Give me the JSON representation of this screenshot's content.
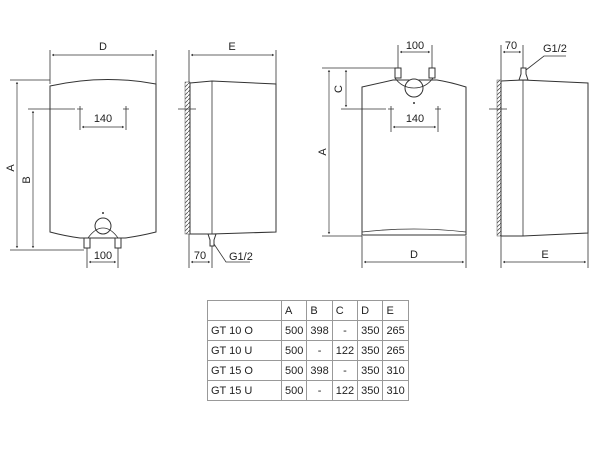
{
  "left_drawing": {
    "front": {
      "width_label": "D",
      "height_label": "A",
      "mount_height_label": "B",
      "mount_spacing": "140",
      "pipe_spacing": "100"
    },
    "side": {
      "depth_label": "E",
      "pipe_offset": "70",
      "thread": "G1/2"
    }
  },
  "right_drawing": {
    "front": {
      "width_label": "D",
      "height_label": "A",
      "mount_offset_label": "C",
      "mount_spacing": "140",
      "pipe_spacing": "100"
    },
    "side": {
      "depth_label": "E",
      "pipe_offset": "70",
      "thread": "G1/2"
    }
  },
  "table": {
    "headers": [
      "",
      "A",
      "B",
      "C",
      "D",
      "E"
    ],
    "rows": [
      [
        "GT 10 O",
        "500",
        "398",
        "-",
        "350",
        "265"
      ],
      [
        "GT 10 U",
        "500",
        "-",
        "122",
        "350",
        "265"
      ],
      [
        "GT 15 O",
        "500",
        "398",
        "-",
        "350",
        "310"
      ],
      [
        "GT 15 U",
        "500",
        "-",
        "122",
        "350",
        "310"
      ]
    ]
  }
}
